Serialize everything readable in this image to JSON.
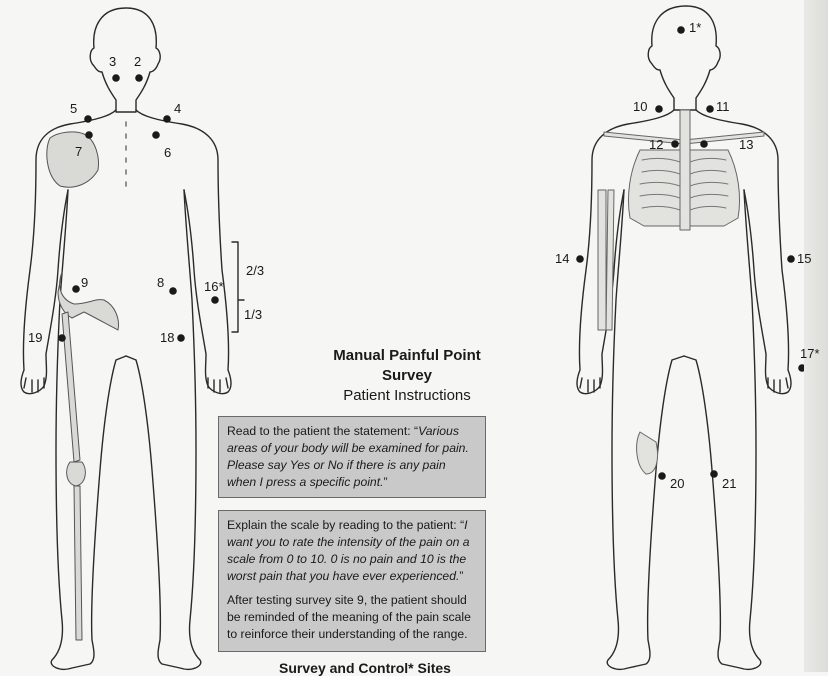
{
  "points": [
    {
      "id": "p1",
      "label": "1*"
    },
    {
      "id": "p2",
      "label": "2"
    },
    {
      "id": "p3",
      "label": "3"
    },
    {
      "id": "p4",
      "label": "4"
    },
    {
      "id": "p5",
      "label": "5"
    },
    {
      "id": "p6",
      "label": "6"
    },
    {
      "id": "p7",
      "label": "7"
    },
    {
      "id": "p8",
      "label": "8"
    },
    {
      "id": "p9",
      "label": "9"
    },
    {
      "id": "p10",
      "label": "10"
    },
    {
      "id": "p11",
      "label": "11"
    },
    {
      "id": "p12",
      "label": "12"
    },
    {
      "id": "p13",
      "label": "13"
    },
    {
      "id": "p14",
      "label": "14"
    },
    {
      "id": "p15",
      "label": "15"
    },
    {
      "id": "p16",
      "label": "16*"
    },
    {
      "id": "p17",
      "label": "17*"
    },
    {
      "id": "p18",
      "label": "18"
    },
    {
      "id": "p19",
      "label": "19"
    },
    {
      "id": "p20",
      "label": "20"
    },
    {
      "id": "p21",
      "label": "21"
    }
  ],
  "ratio_labels": {
    "upper": "2/3",
    "lower": "1/3"
  },
  "title": {
    "line1": "Manual Painful Point",
    "line2": "Survey",
    "line3": "Patient Instructions"
  },
  "box1": {
    "lead": "Read to the patient the statement: “",
    "quote": "Various areas of your body will be examined for pain. Please say Yes or No if there is any pain when I press a specific point.",
    "tail": "”"
  },
  "box2": {
    "lead": "Explain the scale by reading to the patient: “",
    "quote": "I want you to rate the intensity of the pain on a scale from 0 to 10.  0 is no pain and 10 is the worst pain that you have ever experienced.",
    "tail": "”",
    "para2": "After testing survey site 9, the patient should be reminded of the meaning of the pain scale to reinforce their understanding of the range."
  },
  "footer": "Survey and Control* Sites",
  "colors": {
    "ink": "#1a1a1a",
    "dot": "#1a1a1a",
    "box_bg": "#c9c9c9",
    "bone": "#d9d9d6"
  }
}
